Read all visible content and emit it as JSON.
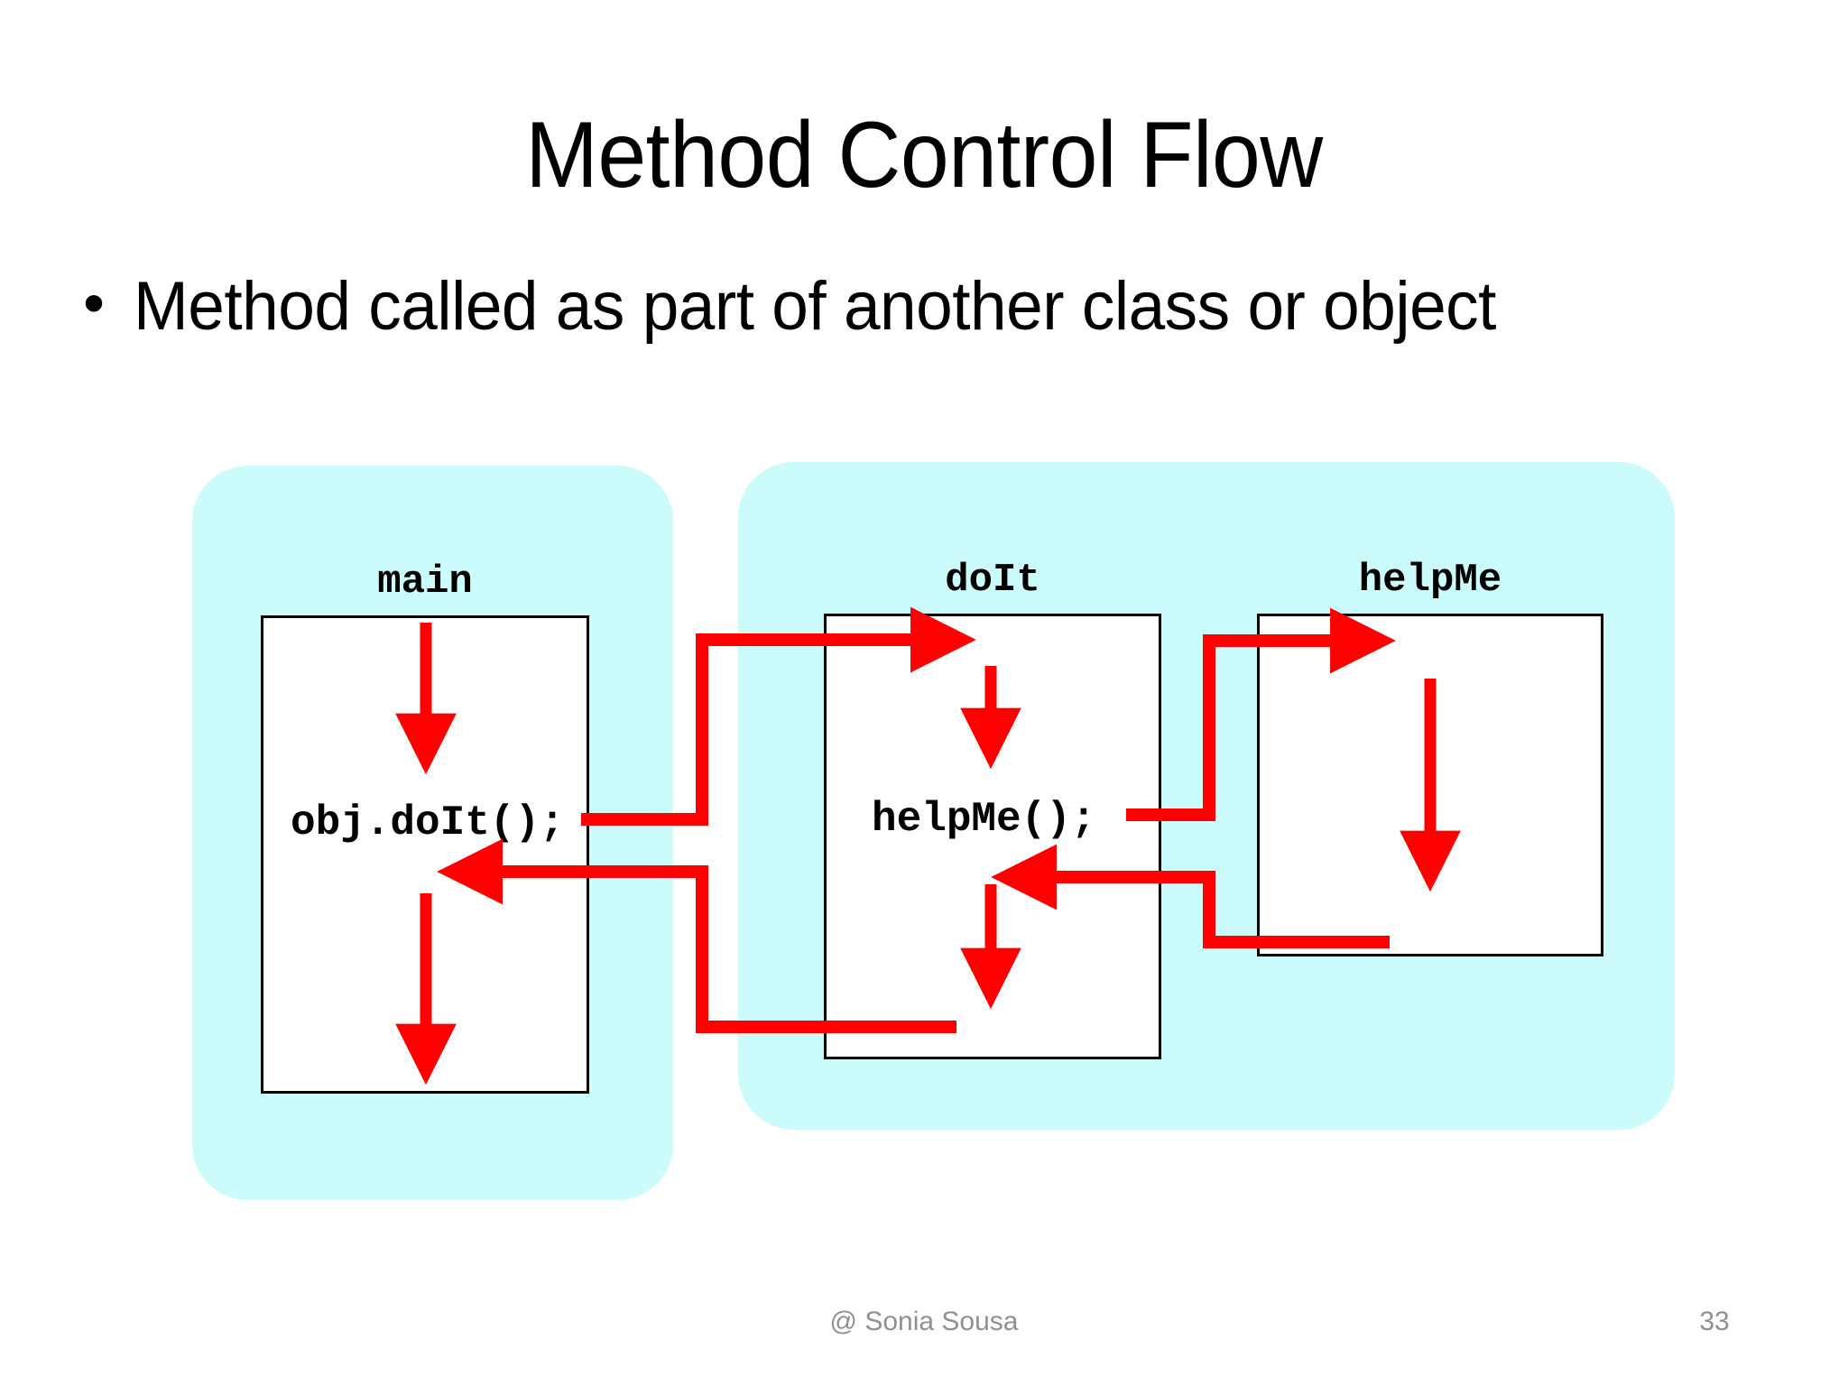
{
  "slide": {
    "title": "Method Control Flow",
    "bullet_marker": "•",
    "bullet_text": "Method called as part of another class or object",
    "footer_author": "@ Sonia Sousa",
    "page_number": "33",
    "background_color": "#ffffff"
  },
  "colors": {
    "panel_fill": "#ccfbfb",
    "box_fill": "#ffffff",
    "box_border": "#000000",
    "arrow": "#ff0000",
    "text": "#000000",
    "footer_text": "#909090"
  },
  "diagram": {
    "type": "control-flow",
    "panels": [
      {
        "name": "main-class-panel",
        "label": ""
      },
      {
        "name": "object-class-panel",
        "label": ""
      }
    ],
    "methods": [
      {
        "id": "main",
        "label": "main",
        "statement": "obj.doIt();"
      },
      {
        "id": "doIt",
        "label": "doIt",
        "statement": "helpMe();"
      },
      {
        "id": "helpMe",
        "label": "helpMe",
        "statement": ""
      }
    ],
    "flows": [
      {
        "from": "main",
        "to": "doIt",
        "kind": "call"
      },
      {
        "from": "doIt",
        "to": "main",
        "kind": "return"
      },
      {
        "from": "doIt",
        "to": "helpMe",
        "kind": "call"
      },
      {
        "from": "helpMe",
        "to": "doIt",
        "kind": "return"
      }
    ]
  }
}
